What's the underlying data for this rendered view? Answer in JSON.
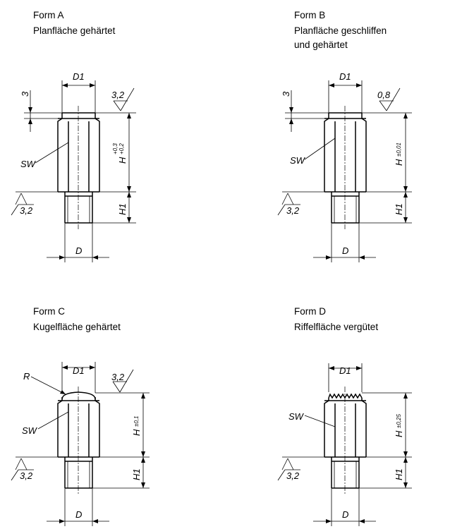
{
  "forms": [
    {
      "title": "Form A",
      "subtitle": [
        "Planfläche gehärtet"
      ],
      "roughness_top": "3,2",
      "roughness_shoulder": "3,2",
      "dim_chamfer": "3",
      "dim_D1": "D1",
      "dim_D": "D",
      "dim_H": "H",
      "tol_H_upper": "+0,3",
      "tol_H_lower": "+0,2",
      "dim_H1": "H1",
      "label_SW": "SW"
    },
    {
      "title": "Form B",
      "subtitle": [
        "Planfläche geschliffen",
        "und gehärtet"
      ],
      "roughness_top": "0,8",
      "roughness_shoulder": "3,2",
      "dim_chamfer": "3",
      "dim_D1": "D1",
      "dim_D": "D",
      "dim_H": "H",
      "tol_H": "±0,01",
      "dim_H1": "H1",
      "label_SW": "SW"
    },
    {
      "title": "Form C",
      "subtitle": [
        "Kugelfläche gehärtet"
      ],
      "roughness_top": "3,2",
      "roughness_shoulder": "3,2",
      "label_R": "R",
      "dim_D1": "D1",
      "dim_D": "D",
      "dim_H": "H",
      "tol_H": "±0,1",
      "dim_H1": "H1",
      "label_SW": "SW"
    },
    {
      "title": "Form D",
      "subtitle": [
        "Riffelfläche vergütet"
      ],
      "roughness_shoulder": "3,2",
      "dim_D1": "D1",
      "dim_D": "D",
      "dim_H": "H",
      "tol_H": "±0,25",
      "dim_H1": "H1",
      "label_SW": "SW"
    }
  ]
}
